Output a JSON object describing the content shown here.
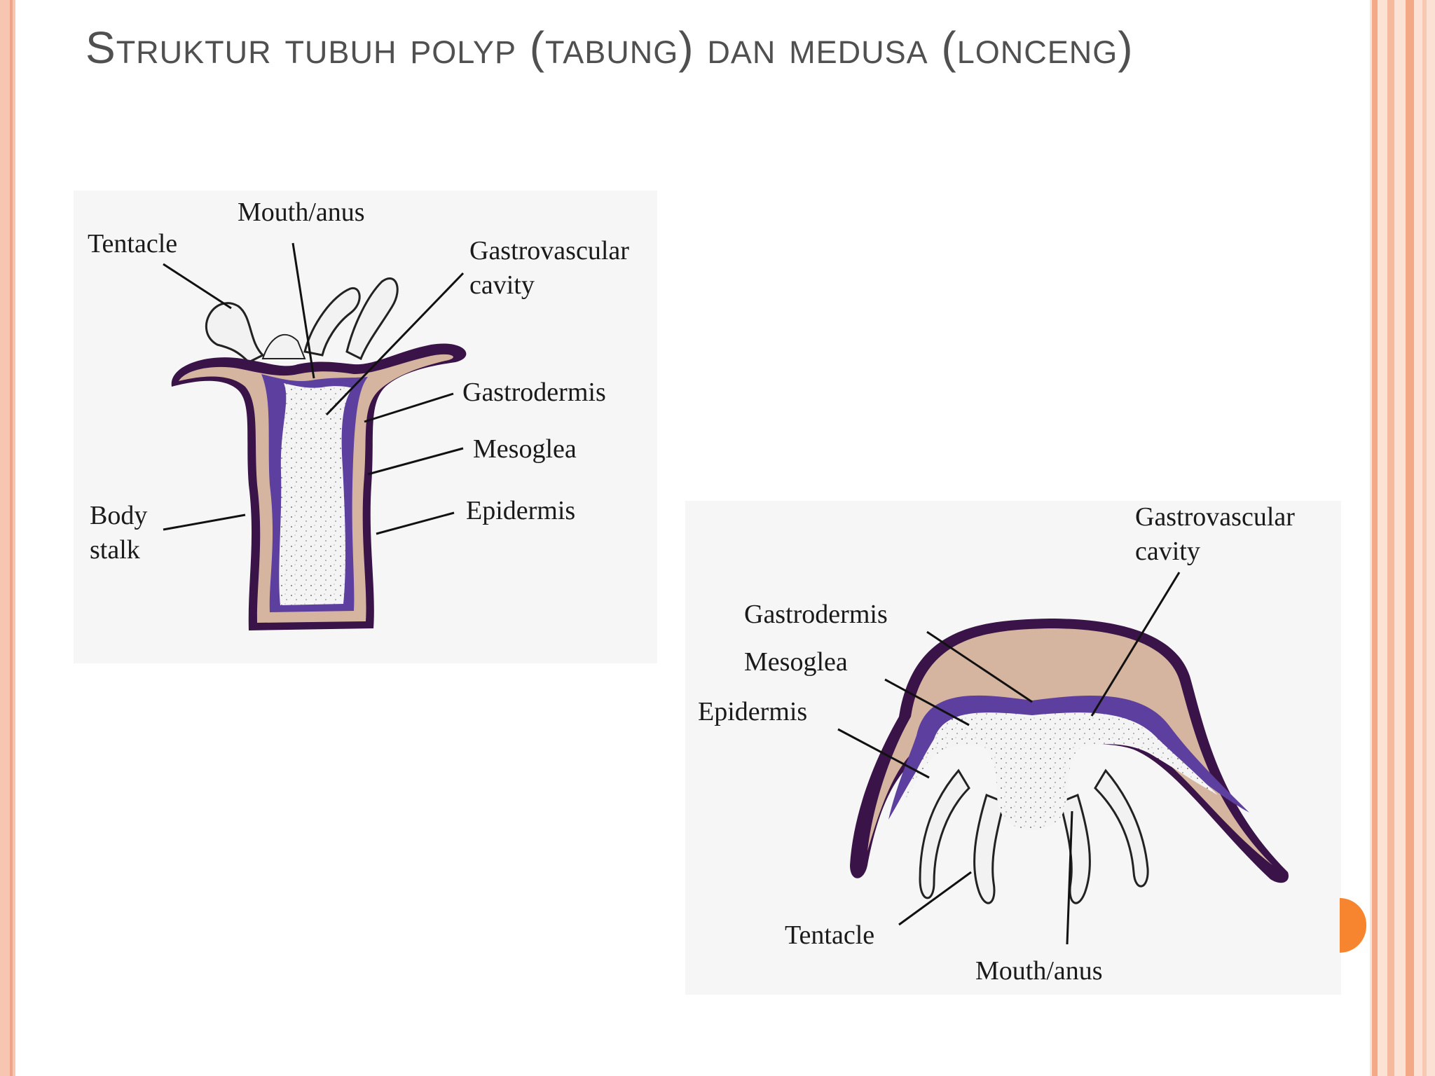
{
  "slide": {
    "title": "Struktur tubuh polyp (tabung) dan medusa (lonceng)"
  },
  "polyp": {
    "labels": {
      "mouth_anus": "Mouth/anus",
      "tentacle": "Tentacle",
      "gastrovascular_1": "Gastrovascular",
      "gastrovascular_2": "cavity",
      "gastrodermis": "Gastrodermis",
      "mesoglea": "Mesoglea",
      "epidermis": "Epidermis",
      "body_1": "Body",
      "body_2": "stalk"
    }
  },
  "medusa": {
    "labels": {
      "gastrovascular_1": "Gastrovascular",
      "gastrovascular_2": "cavity",
      "gastrodermis": "Gastrodermis",
      "mesoglea": "Mesoglea",
      "epidermis": "Epidermis",
      "tentacle": "Tentacle",
      "mouth_anus": "Mouth/anus"
    }
  },
  "colors": {
    "epidermis": "#3a1448",
    "mesoglea": "#d6b5a0",
    "gastrodermis": "#5c3f9e",
    "cavity": "#f4f4f4",
    "accent": "#f7842e"
  }
}
